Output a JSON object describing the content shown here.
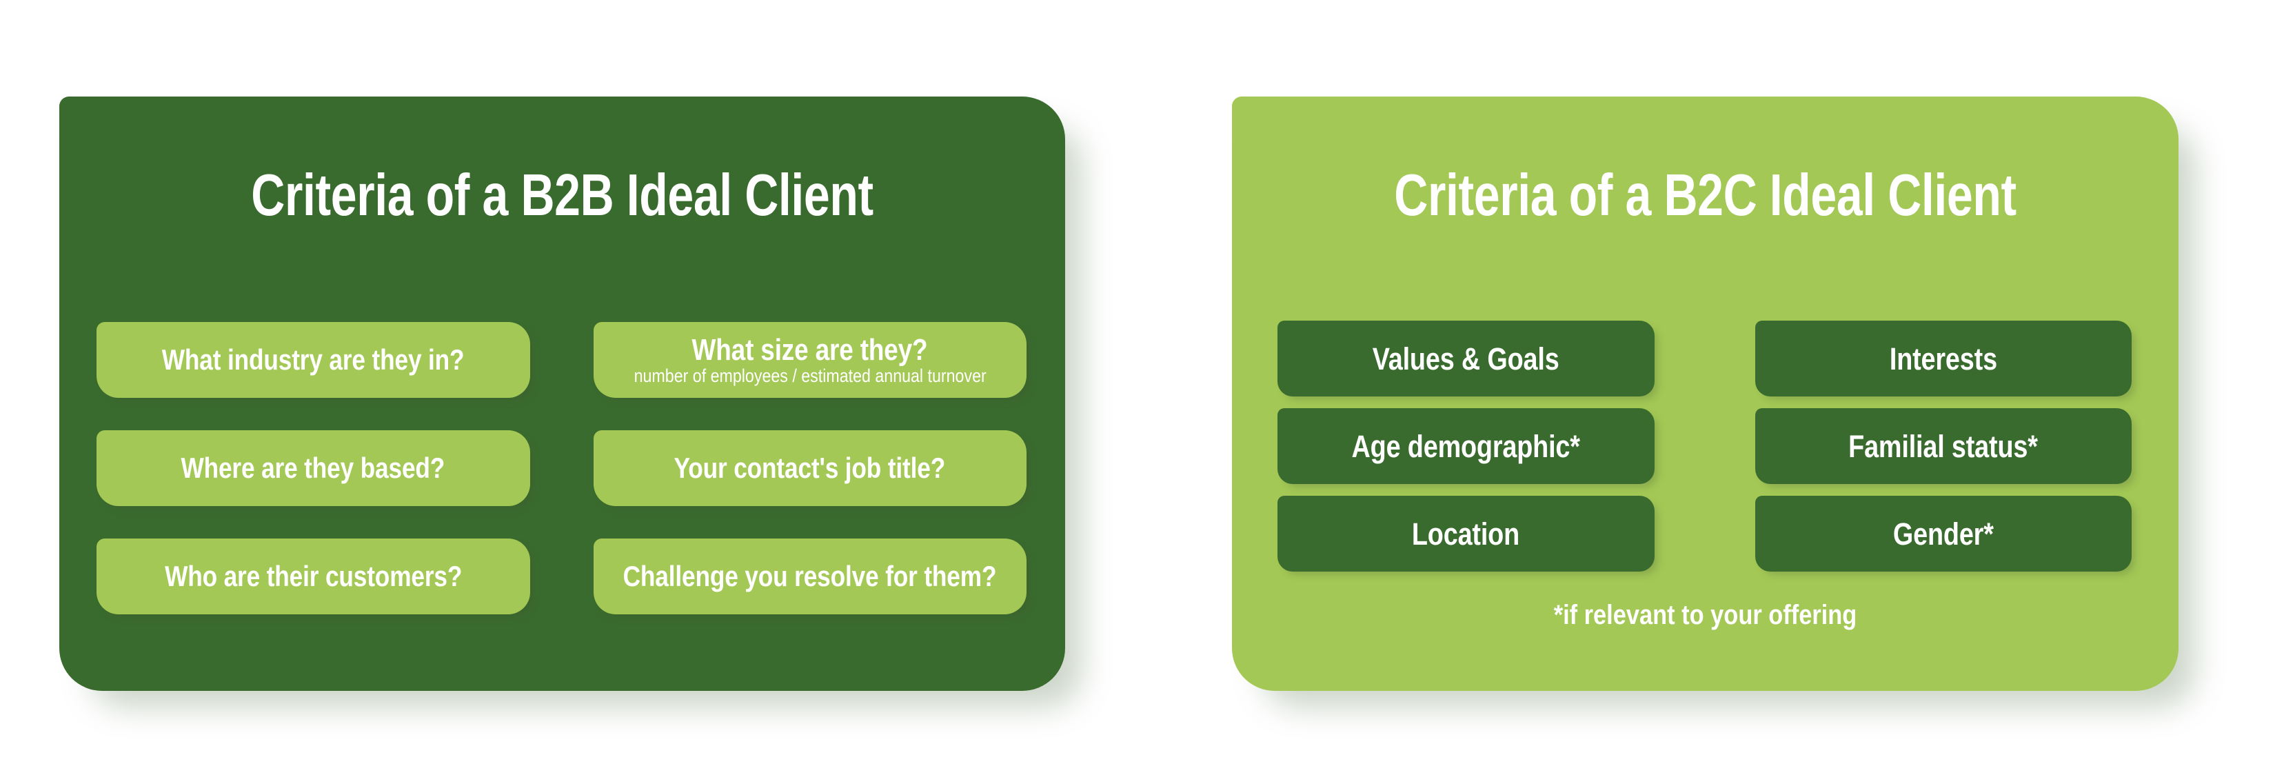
{
  "colors": {
    "page_background": "#ffffff",
    "dark_green": "#3a6b2e",
    "light_green": "#a3c855",
    "text_white": "#ffffff"
  },
  "cards": {
    "b2b": {
      "title": "Criteria of a B2B Ideal Client",
      "background": "#3a6b2e",
      "pill_background": "#a3c855",
      "pills": [
        {
          "label": "What industry are they in?",
          "sub": ""
        },
        {
          "label": "What size are they?",
          "sub": "number of employees / estimated annual turnover"
        },
        {
          "label": "Where are they based?",
          "sub": ""
        },
        {
          "label": "Your contact's job title?",
          "sub": ""
        },
        {
          "label": "Who are their customers?",
          "sub": ""
        },
        {
          "label": "Challenge you resolve for them?",
          "sub": ""
        }
      ]
    },
    "b2c": {
      "title": "Criteria of a B2C Ideal Client",
      "background": "#a3c855",
      "pill_background": "#3a6b2e",
      "pills": [
        {
          "label": "Values & Goals",
          "sub": ""
        },
        {
          "label": "Interests",
          "sub": ""
        },
        {
          "label": "Age demographic*",
          "sub": ""
        },
        {
          "label": "Familial status*",
          "sub": ""
        },
        {
          "label": "Location",
          "sub": ""
        },
        {
          "label": "Gender*",
          "sub": ""
        }
      ],
      "footnote": "*if relevant to your offering"
    }
  }
}
